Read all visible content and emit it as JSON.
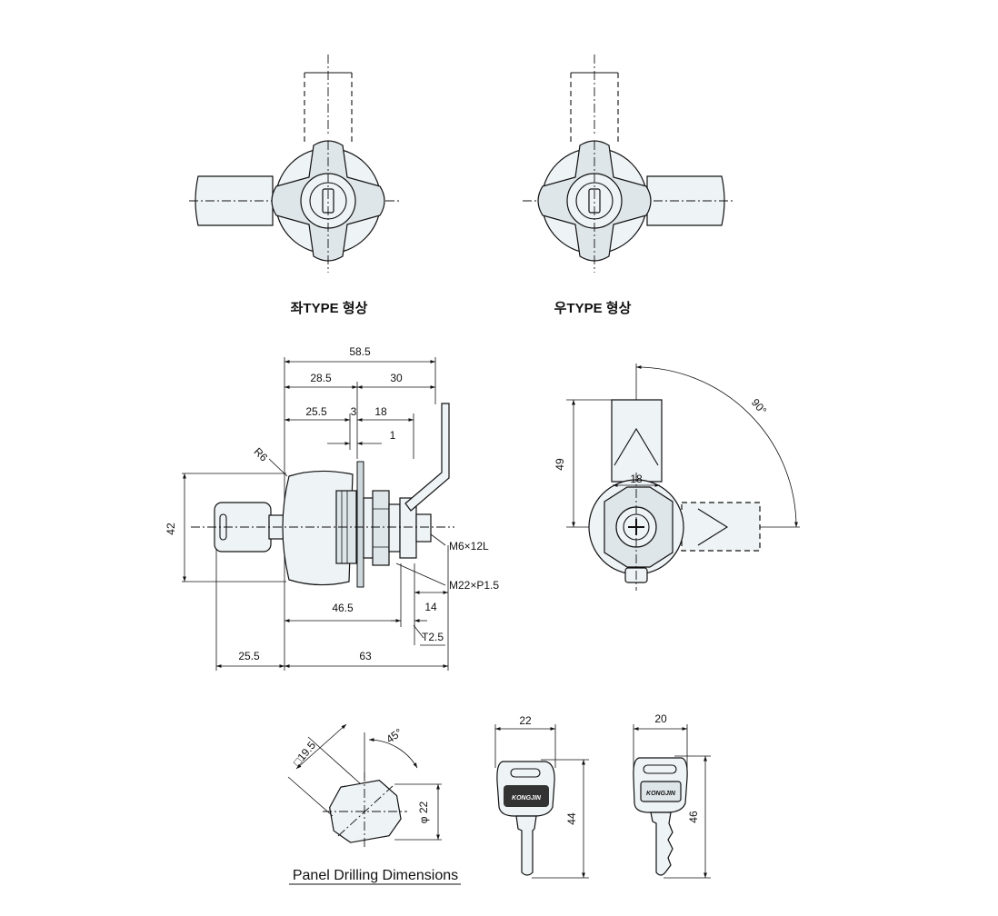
{
  "captions": {
    "left_type": "좌TYPE 형상",
    "right_type": "우TYPE 형상",
    "panel_drilling": "Panel Drilling Dimensions"
  },
  "side_view": {
    "dim_58_5": "58.5",
    "dim_28_5": "28.5",
    "dim_30": "30",
    "dim_25_5_top": "25.5",
    "dim_3": "3",
    "dim_18": "18",
    "dim_1": "1",
    "dim_r6": "R6",
    "dim_42": "42",
    "dim_m6": "M6×12L",
    "dim_m22": "M22×P1.5",
    "dim_46_5": "46.5",
    "dim_14": "14",
    "dim_t2_5": "T2.5",
    "dim_25_5_bottom": "25.5",
    "dim_63": "63"
  },
  "front_view": {
    "dim_49": "49",
    "dim_18": "18",
    "dim_90": "90°"
  },
  "drilling": {
    "dim_square": "□19.5",
    "dim_45": "45°",
    "dim_phi": "φ 22"
  },
  "keys": {
    "key1_width": "22",
    "key1_height": "44",
    "key1_brand": "KONGJIN",
    "key2_width": "20",
    "key2_height": "46",
    "key2_brand": "KONGJIN"
  }
}
